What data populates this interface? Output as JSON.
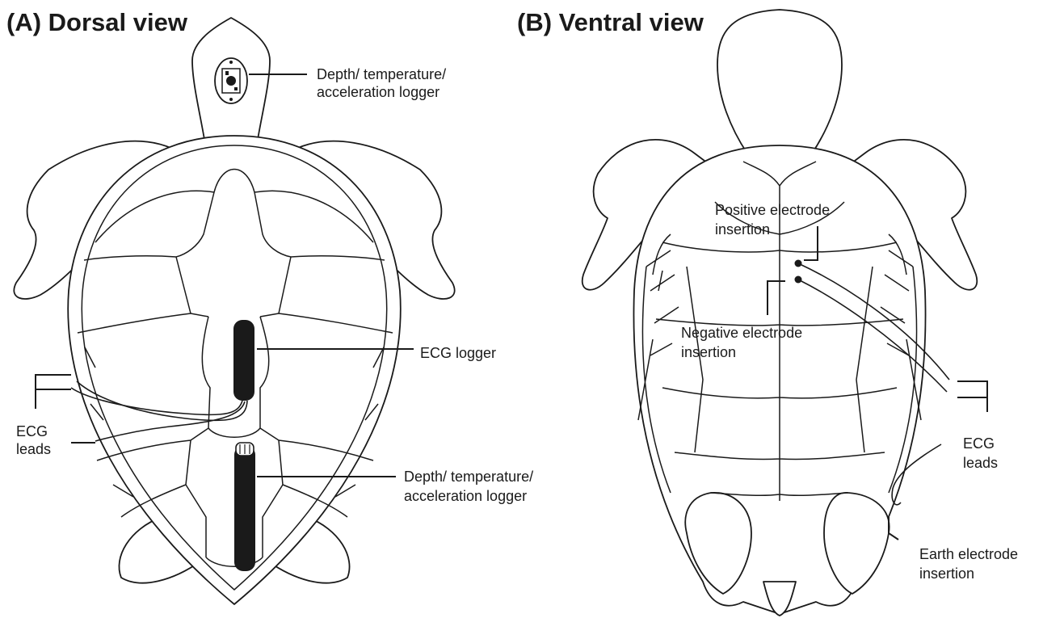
{
  "panels": {
    "dorsal": {
      "title": "(A) Dorsal view",
      "labels": {
        "head_logger": [
          "Depth/ temperature/",
          "acceleration logger"
        ],
        "ecg_logger": "ECG logger",
        "ecg_leads": [
          "ECG",
          "leads"
        ],
        "shell_logger": [
          "Depth/ temperature/",
          "acceleration logger"
        ]
      }
    },
    "ventral": {
      "title": "(B) Ventral view",
      "labels": {
        "positive_electrode": [
          "Positive electrode",
          "insertion"
        ],
        "negative_electrode": [
          "Negative electrode",
          "insertion"
        ],
        "ecg_leads": [
          "ECG",
          "leads"
        ],
        "earth_electrode": [
          "Earth electrode",
          "insertion"
        ]
      }
    }
  },
  "colors": {
    "ink": "#1a1a1a",
    "background": "#ffffff",
    "logger_fill": "#1a1a1a"
  }
}
